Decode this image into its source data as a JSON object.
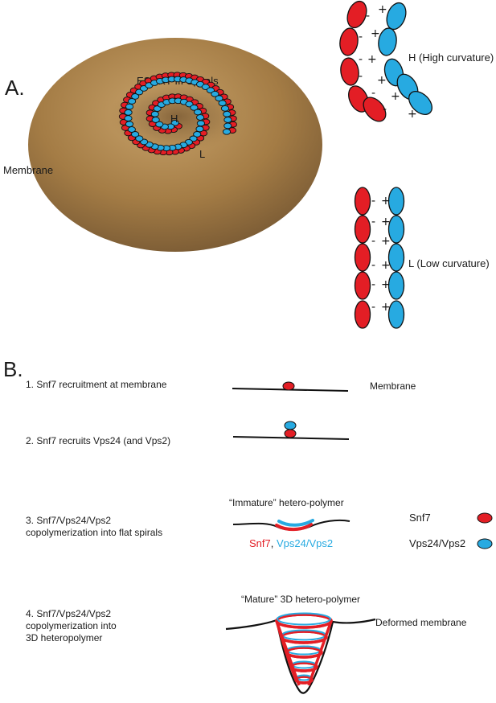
{
  "panel_a": {
    "label": "A.",
    "membrane_label": "Membrane",
    "spiral_label": "ESCRT-III Spirals",
    "spiral_h": "H",
    "spiral_l": "L",
    "high_label": "H (High curvature)",
    "low_label": "L (Low curvature)",
    "minus": "-",
    "plus": "+"
  },
  "panel_b": {
    "label": "B.",
    "step1": "1. Snf7 recruitment at membrane",
    "step2": "2. Snf7 recruits Vps24 (and Vps2)",
    "step3_line1": "3. Snf7/Vps24/Vps2",
    "step3_line2": "copolymerization into flat spirals",
    "step4_line1": "4. Snf7/Vps24/Vps2",
    "step4_line2": "copolymerization into",
    "step4_line3": "3D heteropolymer",
    "membrane": "Membrane",
    "immature": "“Immature” hetero-polymer",
    "mature": "“Mature” 3D hetero-polymer",
    "caption_snf7": "Snf7",
    "caption_sep": ", ",
    "caption_vps": "Vps24/Vps2",
    "legend_snf7": "Snf7",
    "legend_vps": "Vps24/Vps2",
    "deformed": "Deformed membrane"
  },
  "colors": {
    "snf7": "#e31e25",
    "vps": "#27aae1",
    "membrane": "#a47c45",
    "line": "#111111"
  }
}
